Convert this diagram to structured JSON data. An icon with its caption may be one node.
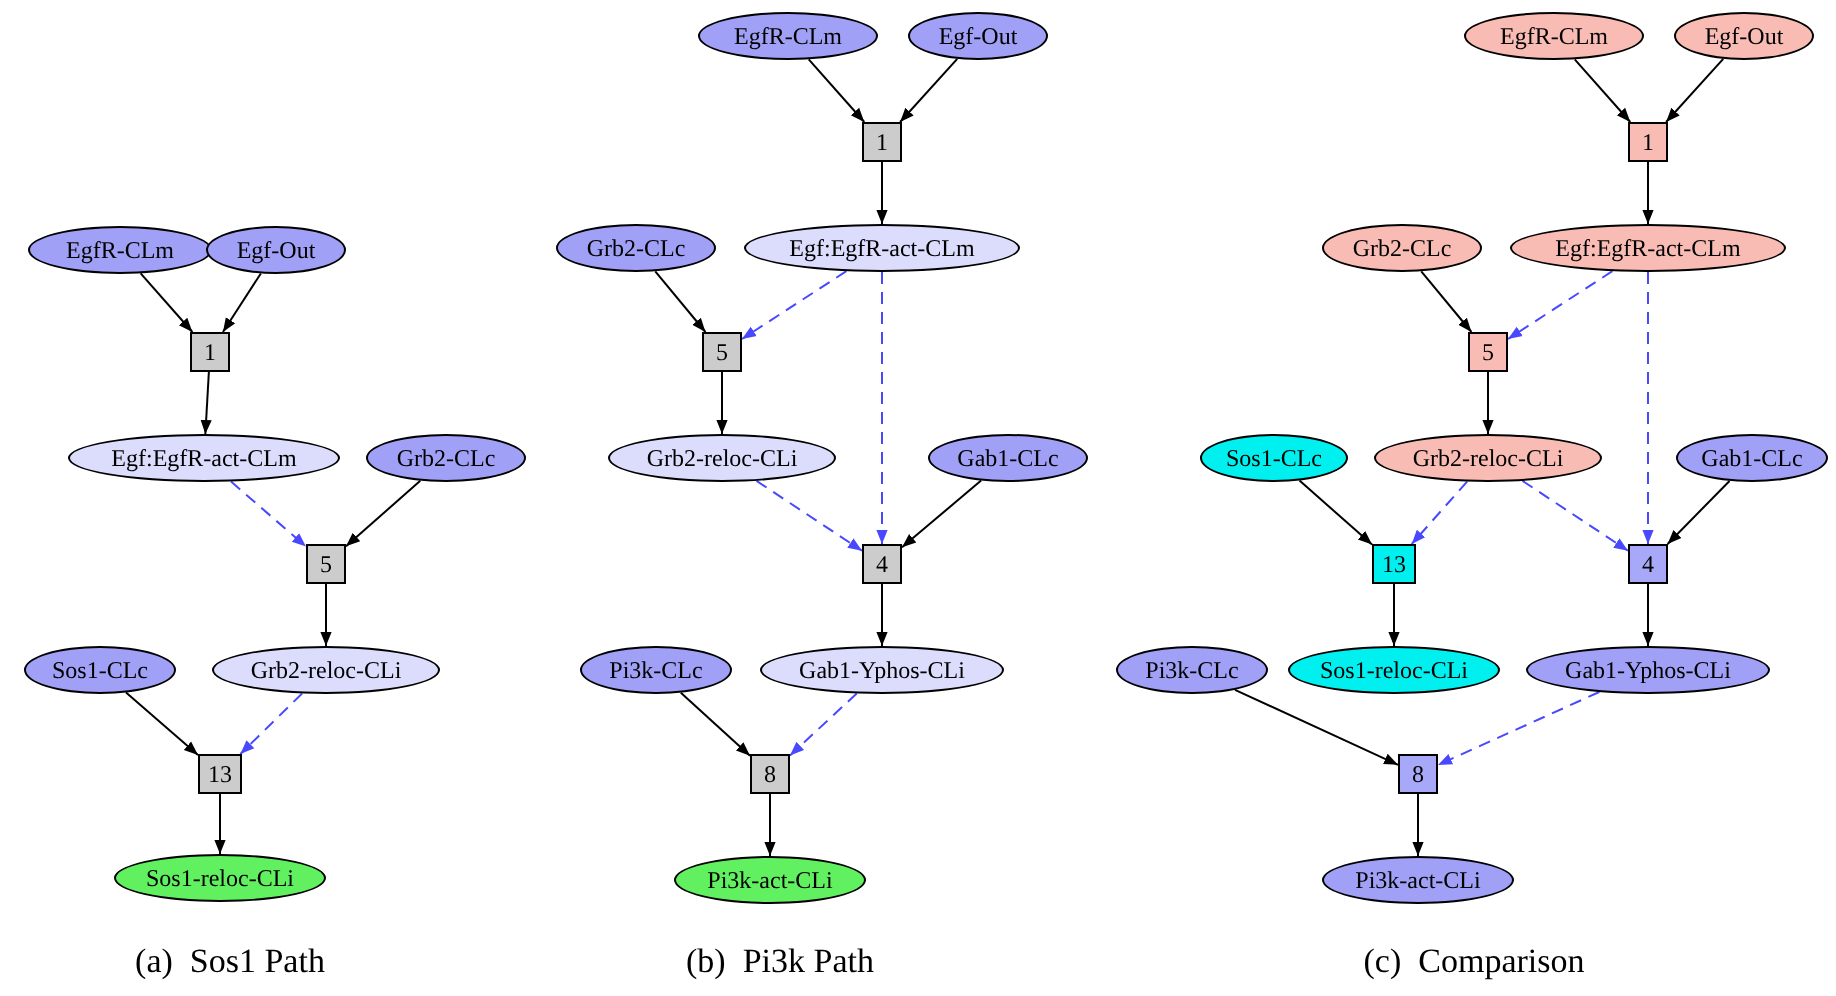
{
  "diagram": {
    "nodes": [
      {
        "text": [
          "EgfR-CLm"
        ]
      },
      {
        "text": [
          "Egf-Out"
        ]
      },
      {
        "text": [
          "1"
        ]
      },
      {
        "text": [
          "Egf:EgfR-act-CLm"
        ]
      },
      {
        "text": [
          "Grb2-CLc"
        ]
      },
      {
        "text": [
          "5"
        ]
      },
      {
        "text": [
          "Sos1-CLc"
        ]
      },
      {
        "text": [
          "Grb2-reloc-CLi"
        ]
      },
      {
        "text": [
          "13"
        ]
      },
      {
        "text": [
          "Sos1-reloc-CLi"
        ]
      },
      {
        "text": [
          "EgfR-CLm"
        ]
      },
      {
        "text": [
          "Egf-Out"
        ]
      },
      {
        "text": [
          "1"
        ]
      },
      {
        "text": [
          "Grb2-CLc"
        ]
      },
      {
        "text": [
          "Egf:EgfR-act-CLm"
        ]
      },
      {
        "text": [
          "5"
        ]
      },
      {
        "text": [
          "Grb2-reloc-CLi"
        ]
      },
      {
        "text": [
          "Gab1-CLc"
        ]
      },
      {
        "text": [
          "4"
        ]
      },
      {
        "text": [
          "Pi3k-CLc"
        ]
      },
      {
        "text": [
          "Gab1-Yphos-CLi"
        ]
      },
      {
        "text": [
          "8"
        ]
      },
      {
        "text": [
          "Pi3k-act-CLi"
        ]
      },
      {
        "text": [
          "EgfR-CLm"
        ]
      },
      {
        "text": [
          "Egf-Out"
        ]
      },
      {
        "text": [
          "1"
        ]
      },
      {
        "text": [
          "Grb2-CLc"
        ]
      },
      {
        "text": [
          "Egf:EgfR-act-CLm"
        ]
      },
      {
        "text": [
          "5"
        ]
      },
      {
        "text": [
          "Sos1-CLc"
        ]
      },
      {
        "text": [
          "Grb2-reloc-CLi"
        ]
      },
      {
        "text": [
          "Gab1-CLc"
        ]
      },
      {
        "text": [
          "13"
        ]
      },
      {
        "text": [
          "4"
        ]
      },
      {
        "text": [
          "Pi3k-CLc"
        ]
      },
      {
        "text": [
          "Sos1-reloc-CLi"
        ]
      },
      {
        "text": [
          "Gab1-Yphos-CLi"
        ]
      },
      {
        "text": [
          "8"
        ]
      },
      {
        "text": [
          "Pi3k-act-CLi"
        ]
      }
    ],
    "edges": [
      {
        "from": 0,
        "to": 2,
        "arrow": "to"
      },
      {
        "from": 1,
        "to": 2,
        "arrow": "to"
      },
      {
        "from": 2,
        "to": 3,
        "arrow": "to"
      },
      {
        "from": 3,
        "to": 5,
        "arrow": "to",
        "style": "dashed",
        "color": "#4848ff"
      },
      {
        "from": 4,
        "to": 5,
        "arrow": "to"
      },
      {
        "from": 5,
        "to": 7,
        "arrow": "to"
      },
      {
        "from": 7,
        "to": 8,
        "arrow": "to",
        "style": "dashed",
        "color": "#4848ff"
      },
      {
        "from": 6,
        "to": 8,
        "arrow": "to"
      },
      {
        "from": 8,
        "to": 9,
        "arrow": "to"
      },
      {
        "from": 10,
        "to": 12,
        "arrow": "to"
      },
      {
        "from": 11,
        "to": 12,
        "arrow": "to"
      },
      {
        "from": 12,
        "to": 14,
        "arrow": "to"
      },
      {
        "from": 13,
        "to": 15,
        "arrow": "to"
      },
      {
        "from": 14,
        "to": 15,
        "arrow": "to",
        "style": "dashed",
        "color": "#4848ff"
      },
      {
        "from": 14,
        "to": 18,
        "arrow": "to",
        "style": "dashed",
        "color": "#4848ff"
      },
      {
        "from": 15,
        "to": 16,
        "arrow": "to"
      },
      {
        "from": 16,
        "to": 18,
        "arrow": "to",
        "style": "dashed",
        "color": "#4848ff"
      },
      {
        "from": 17,
        "to": 18,
        "arrow": "to"
      },
      {
        "from": 18,
        "to": 20,
        "arrow": "to"
      },
      {
        "from": 19,
        "to": 21,
        "arrow": "to"
      },
      {
        "from": 20,
        "to": 21,
        "arrow": "to",
        "style": "dashed",
        "color": "#4848ff"
      },
      {
        "from": 21,
        "to": 22,
        "arrow": "to"
      },
      {
        "from": 23,
        "to": 25,
        "arrow": "to"
      },
      {
        "from": 24,
        "to": 25,
        "arrow": "to"
      },
      {
        "from": 25,
        "to": 27,
        "arrow": "to"
      },
      {
        "from": 26,
        "to": 28,
        "arrow": "to"
      },
      {
        "from": 27,
        "to": 28,
        "arrow": "to",
        "style": "dashed",
        "color": "#4848ff"
      },
      {
        "from": 27,
        "to": 33,
        "arrow": "to",
        "style": "dashed",
        "color": "#4848ff"
      },
      {
        "from": 28,
        "to": 30,
        "arrow": "to"
      },
      {
        "from": 29,
        "to": 32,
        "arrow": "to"
      },
      {
        "from": 30,
        "to": 32,
        "arrow": "to",
        "style": "dashed",
        "color": "#4848ff"
      },
      {
        "from": 30,
        "to": 33,
        "arrow": "to",
        "style": "dashed",
        "color": "#4848ff"
      },
      {
        "from": 31,
        "to": 33,
        "arrow": "to"
      },
      {
        "from": 32,
        "to": 35,
        "arrow": "to"
      },
      {
        "from": 33,
        "to": 36,
        "arrow": "to"
      },
      {
        "from": 34,
        "to": 37,
        "arrow": "to"
      },
      {
        "from": 36,
        "to": 37,
        "arrow": "to",
        "style": "dashed",
        "color": "#4848ff"
      },
      {
        "from": 37,
        "to": 38,
        "arrow": "to"
      }
    ],
    "labels": [
      "(a)  Sos1 Path",
      "(b)  Pi3k Path",
      "(c)  Comparison"
    ]
  }
}
